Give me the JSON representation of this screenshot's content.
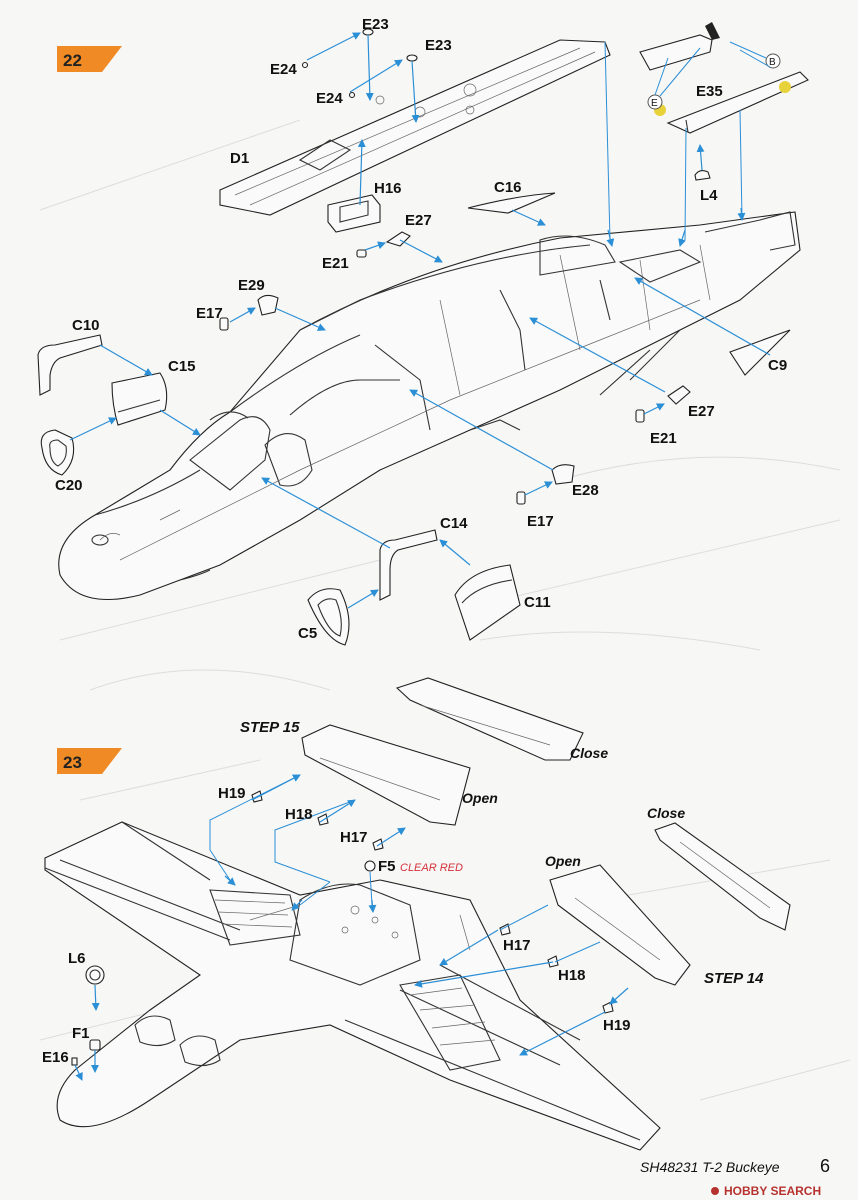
{
  "steps": [
    {
      "number": "22",
      "parts": [
        "E23",
        "E24",
        "E23",
        "E24",
        "D1",
        "H16",
        "C16",
        "E27",
        "E21",
        "E29",
        "E17",
        "C10",
        "C15",
        "C20",
        "E35",
        "L4",
        "C9",
        "E27",
        "E21",
        "E28",
        "E17",
        "C14",
        "C11",
        "C5"
      ],
      "callouts": [
        "B",
        "E"
      ]
    },
    {
      "number": "23",
      "parts": [
        "H19",
        "H18",
        "H17",
        "F5",
        "L6",
        "F1",
        "E16",
        "H17",
        "H18",
        "H19"
      ],
      "sub_steps": [
        "STEP 15",
        "STEP 14"
      ],
      "states": [
        "Close",
        "Open",
        "Close",
        "Open"
      ],
      "color_note": "CLEAR RED"
    }
  ],
  "footer": {
    "kit_title": "SH48231 T-2 Buckeye",
    "page_number": "6",
    "watermark": "HOBBY SEARCH"
  },
  "colors": {
    "step_badge": "#f08a24",
    "arrow": "#2b8fd6",
    "note_red": "#d6303a",
    "paint_yellow": "#e7d23a"
  }
}
